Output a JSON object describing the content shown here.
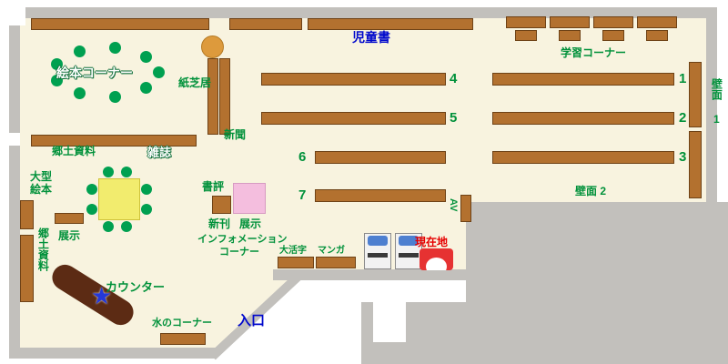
{
  "colors": {
    "floor": "#f8f3df",
    "wall": "#c2c0bc",
    "shelf_brown": "#b3712f",
    "counter_brown": "#5c2b14",
    "label_green": "#00913a",
    "label_blue": "#0008cc",
    "label_red": "#e60000",
    "chair_green": "#00a050",
    "table_yellow": "#f2ec6e",
    "display_pink": "#f4bede",
    "machine_blue": "#4d7fd0",
    "marker_red": "#e63232",
    "star_blue": "#2438d8",
    "stool_orange": "#dd9a3c"
  },
  "labels": {
    "children_books": "児童書",
    "study_corner": "学習コーナー",
    "wall_1": "壁面 1",
    "wall_2": "壁面 2",
    "picture_book_corner": "絵本コーナー",
    "kamishibai": "紙芝居",
    "newspaper": "新聞",
    "local_materials": "郷土資料",
    "magazines": "雑誌",
    "large_picture_books": "大型絵本",
    "display_small": "展示",
    "local_materials_side": "郷土資料",
    "book_review": "書評",
    "new_arrivals": "新刊",
    "display_center": "展示",
    "information_line1": "インフォメーション",
    "information_line2": "コーナー",
    "counter": "カウンター",
    "water_corner": "水のコーナー",
    "entrance": "入口",
    "large_print": "大活字",
    "manga": "マンガ",
    "current_location": "現在地",
    "av": "AV",
    "star": "★"
  },
  "shelf_numbers": {
    "n1": "1",
    "n2": "2",
    "n3": "3",
    "n4": "4",
    "n5": "5",
    "n6": "6",
    "n7": "7"
  }
}
